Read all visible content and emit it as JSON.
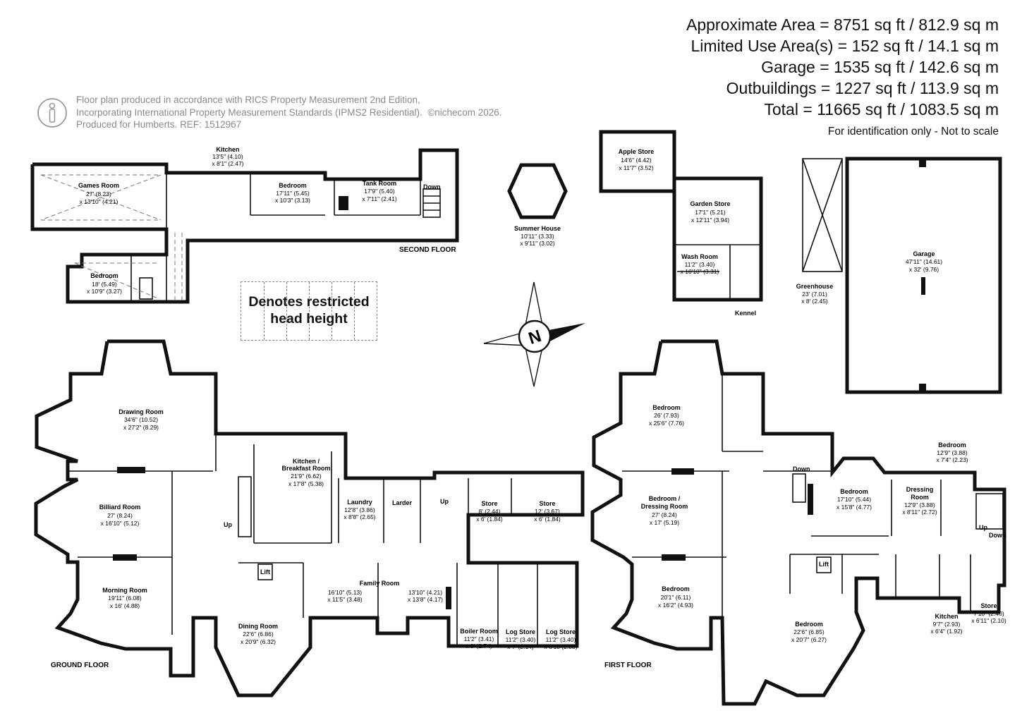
{
  "areas": {
    "approximate": "Approximate Area = 8751 sq ft / 812.9 sq m",
    "limited": "Limited Use Area(s) = 152 sq ft / 14.1 sq m",
    "garage": "Garage = 1535 sq ft / 142.6 sq m",
    "outbuildings": "Outbuildings = 1227 sq ft / 113.9 sq m",
    "total": "Total = 11665 sq ft / 1083.5 sq m"
  },
  "identification": "For identification only - Not to scale",
  "note": {
    "line1": "Floor plan produced in accordance with RICS Property Measurement 2nd Edition,",
    "line2": "Incorporating International Property Measurement Standards (IPMS2 Residential).",
    "copyright": "©nichecom 2026.",
    "line3": "Produced for Humberts.   REF:  1512967",
    "icon": "person-icon"
  },
  "legend": {
    "line1": "Denotes restricted",
    "line2": "head height"
  },
  "compass": {
    "letter": "N",
    "icon": "compass-icon"
  },
  "floors": {
    "ground": "GROUND FLOOR",
    "first": "FIRST FLOOR",
    "second": "SECOND FLOOR"
  },
  "labels": {
    "down": "Down",
    "up": "Up",
    "lift": "Lift"
  },
  "rooms": {
    "games_room": [
      "Games Room",
      "27' (8.23)",
      "x 13'10\" (4.21)"
    ],
    "kitchen_2f": [
      "Kitchen",
      "13'5\" (4.10)",
      "x 8'1\" (2.47)"
    ],
    "bedroom_2f_a": [
      "Bedroom",
      "17'11\" (5.45)",
      "x 10'3\" (3.13)"
    ],
    "tank_room": [
      "Tank Room",
      "17'9\" (5.40)",
      "x 7'11\" (2.41)"
    ],
    "bedroom_2f_b": [
      "Bedroom",
      "18' (5.49)",
      "x 10'9\" (3.27)"
    ],
    "summer_house": [
      "Summer House",
      "10'11\" (3.33)",
      "x 9'11\" (3.02)"
    ],
    "apple_store": [
      "Apple Store",
      "14'6\" (4.42)",
      "x 11'7\" (3.52)"
    ],
    "garden_store": [
      "Garden Store",
      "17'1\" (5.21)",
      "x 12'11\" (3.94)"
    ],
    "wash_room": [
      "Wash Room",
      "11'2\" (3.40)",
      "x 10'10\" (3.31)"
    ],
    "kennel": [
      "Kennel"
    ],
    "greenhouse": [
      "Greenhouse",
      "23' (7.01)",
      "x 8' (2.45)"
    ],
    "garage": [
      "Garage",
      "47'11\" (14.61)",
      "x 32' (9.76)"
    ],
    "drawing_room": [
      "Drawing Room",
      "34'6\" (10.52)",
      "x 27'2\" (8.29)"
    ],
    "billiard_room": [
      "Billiard Room",
      "27' (8.24)",
      "x 16'10\" (5.12)"
    ],
    "morning_room": [
      "Morning Room",
      "19'11\" (6.08)",
      "x 16' (4.88)"
    ],
    "kitchen_breakfast": [
      "Kitchen /",
      "Breakfast Room",
      "21'9\" (6.62)",
      "x 17'8\" (5.38)"
    ],
    "laundry": [
      "Laundry",
      "12'8\" (3.86)",
      "x 8'8\" (2.65)"
    ],
    "larder": [
      "Larder"
    ],
    "store_a": [
      "Store",
      "8' (2.44)",
      "x 6' (1.84)"
    ],
    "store_b": [
      "Store",
      "12' (3.67)",
      "x 6' (1.84)"
    ],
    "dining_room": [
      "Dining Room",
      "22'6\" (6.86)",
      "x 20'9\" (6.32)"
    ],
    "family_room": [
      "Family Room",
      "16'10\" (5.13)",
      "x 11'5\" (3.48)",
      "13'10\" (4.21)",
      "x 13'8\" (4.17)"
    ],
    "boiler_room": [
      "Boiler Room",
      "11'2\" (3.41)",
      "x 9' (2.74)"
    ],
    "log_store_a": [
      "Log Store",
      "11'2\" (3.40)",
      "x 7' (2.14)"
    ],
    "log_store_b": [
      "Log Store",
      "11'2\" (3.40)",
      "x 6'10 (2.08)"
    ],
    "bedroom_1f_a": [
      "Bedroom",
      "26' (7.93)",
      "x 25'6\" (7.76)"
    ],
    "bedroom_dressing": [
      "Bedroom /",
      "Dressing Room",
      "27' (8.24)",
      "x 17' (5.19)"
    ],
    "bedroom_1f_b": [
      "Bedroom",
      "20'1\" (6.11)",
      "x 16'2\" (4.93)"
    ],
    "bedroom_1f_c": [
      "Bedroom",
      "22'6\" (6.85)",
      "x 20'7\" (6.27)"
    ],
    "bedroom_1f_d": [
      "Bedroom",
      "17'10\" (5.44)",
      "x 15'8\" (4.77)"
    ],
    "dressing_room": [
      "Dressing",
      "Room",
      "12'9\" (3.88)",
      "x 8'11\" (2.72)"
    ],
    "bedroom_1f_e": [
      "Bedroom",
      "12'9\" (3.88)",
      "x 7'4\" (2.23)"
    ],
    "kitchen_1f": [
      "Kitchen",
      "9'7\" (2.93)",
      "x 6'4\" (1.92)"
    ],
    "store_1f": [
      "Store",
      "7'10\" (2.40)",
      "x 6'11\" (2.10)"
    ]
  }
}
